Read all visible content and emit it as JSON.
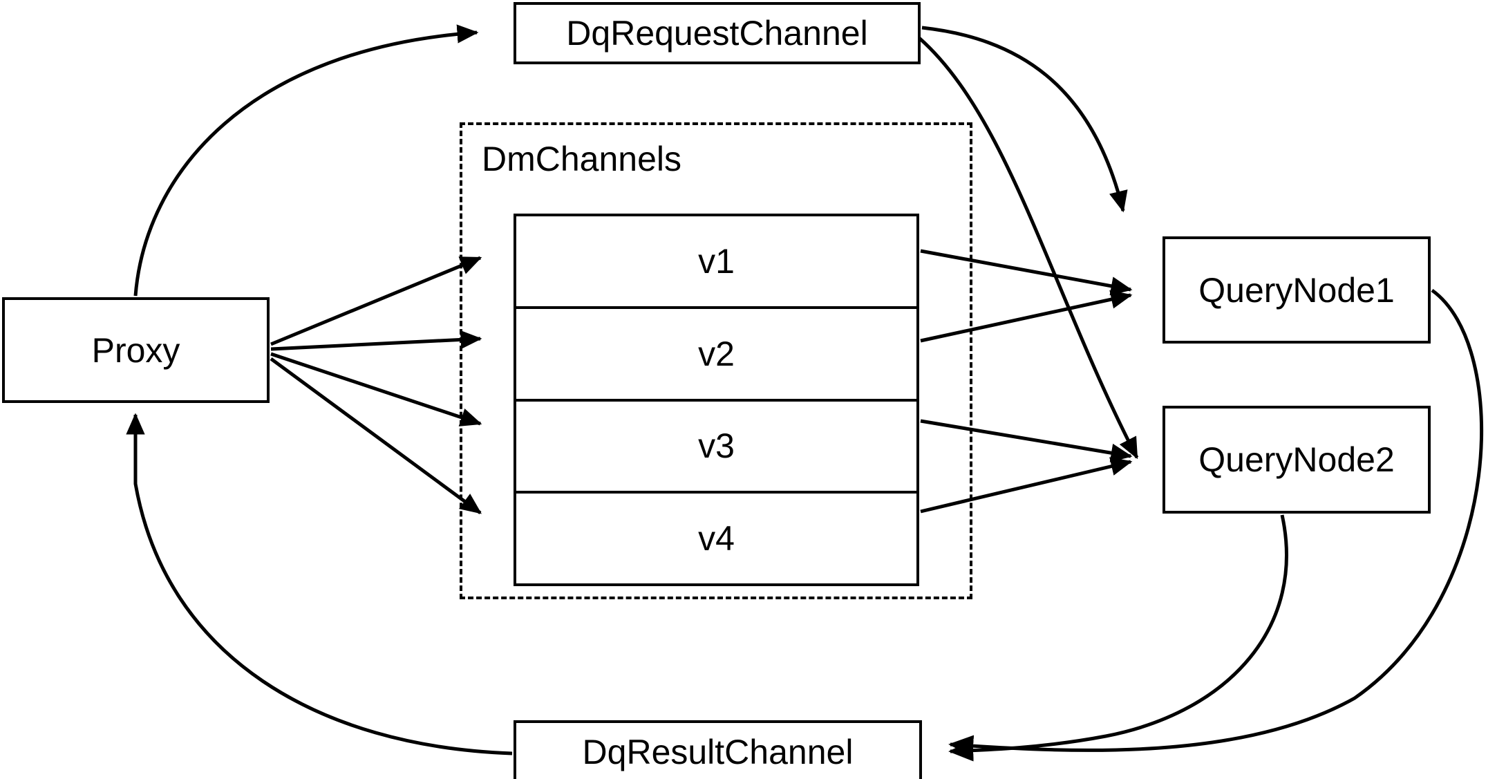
{
  "diagram": {
    "type": "flow-diagram",
    "background_color": "#ffffff",
    "line_color": "#000000",
    "text_color": "#000000"
  },
  "nodes": {
    "proxy": {
      "label": "Proxy"
    },
    "dq_request_channel": {
      "label": "DqRequestChannel"
    },
    "dq_result_channel": {
      "label": "DqResultChannel"
    },
    "query_node_1": {
      "label": "QueryNode1"
    },
    "query_node_2": {
      "label": "QueryNode2"
    }
  },
  "groups": {
    "dm_channels": {
      "label": "DmChannels",
      "border_style": "dashed",
      "channels": [
        {
          "label": "v1"
        },
        {
          "label": "v2"
        },
        {
          "label": "v3"
        },
        {
          "label": "v4"
        }
      ]
    }
  },
  "edges": [
    {
      "from": "Proxy",
      "to": "DqRequestChannel",
      "style": "curved",
      "arrow": "end"
    },
    {
      "from": "Proxy",
      "to": "v1",
      "style": "straight",
      "arrow": "end"
    },
    {
      "from": "Proxy",
      "to": "v2",
      "style": "straight",
      "arrow": "end"
    },
    {
      "from": "Proxy",
      "to": "v3",
      "style": "straight",
      "arrow": "end"
    },
    {
      "from": "Proxy",
      "to": "v4",
      "style": "straight",
      "arrow": "end"
    },
    {
      "from": "DqRequestChannel",
      "to": "QueryNode1",
      "style": "curved",
      "arrow": "end"
    },
    {
      "from": "DqRequestChannel",
      "to": "QueryNode2",
      "style": "curved",
      "arrow": "end"
    },
    {
      "from": "v1",
      "to": "QueryNode1",
      "style": "straight",
      "arrow": "end"
    },
    {
      "from": "v2",
      "to": "QueryNode1",
      "style": "straight",
      "arrow": "end"
    },
    {
      "from": "v3",
      "to": "QueryNode2",
      "style": "straight",
      "arrow": "end"
    },
    {
      "from": "v4",
      "to": "QueryNode2",
      "style": "straight",
      "arrow": "end"
    },
    {
      "from": "QueryNode1",
      "to": "DqResultChannel",
      "style": "curved",
      "arrow": "end"
    },
    {
      "from": "QueryNode2",
      "to": "DqResultChannel",
      "style": "curved",
      "arrow": "end"
    },
    {
      "from": "DqResultChannel",
      "to": "Proxy",
      "style": "curved",
      "arrow": "end"
    }
  ]
}
